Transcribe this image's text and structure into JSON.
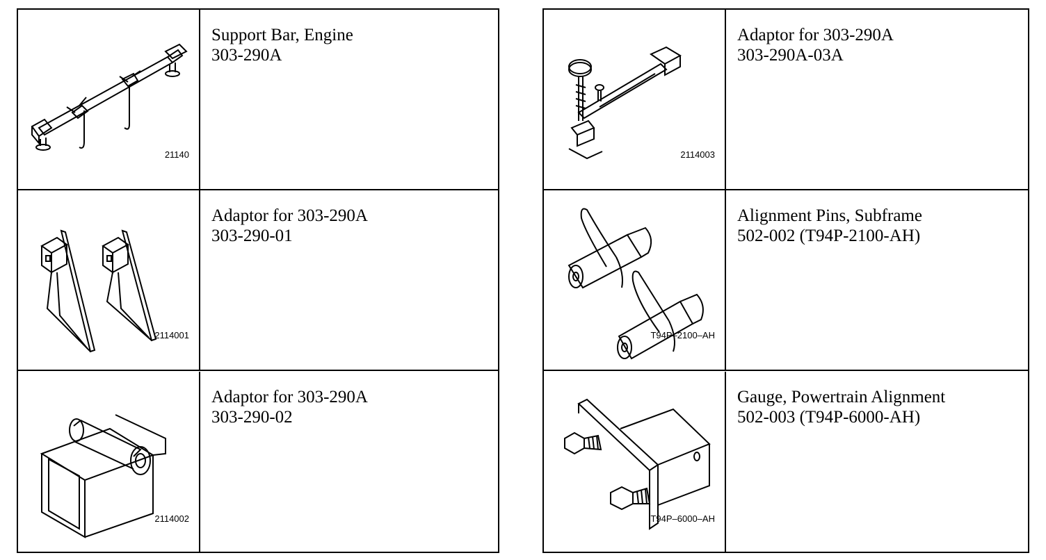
{
  "left_table": [
    {
      "name": "Support Bar, Engine",
      "part_no": "303-290A",
      "figure": "21140",
      "icon": "engine-support-bar-icon"
    },
    {
      "name": "Adaptor for 303-290A",
      "part_no": "303-290-01",
      "figure": "2114001",
      "icon": "adaptor-brackets-icon"
    },
    {
      "name": "Adaptor for 303-290A",
      "part_no": "303-290-02",
      "figure": "2114002",
      "icon": "adaptor-block-icon"
    }
  ],
  "right_table": [
    {
      "name": "Adaptor for 303-290A",
      "part_no": "303-290A-03A",
      "figure": "2114003",
      "icon": "adaptor-screw-bar-icon"
    },
    {
      "name": "Alignment Pins, Subframe",
      "part_no": "502-002 (T94P-2100-AH)",
      "figure": "T94P–2100–AH",
      "icon": "alignment-pins-icon"
    },
    {
      "name": "Gauge, Powertrain Alignment",
      "part_no": "502-003 (T94P-6000-AH)",
      "figure": "T94P–6000–AH",
      "icon": "alignment-gauge-icon"
    }
  ]
}
